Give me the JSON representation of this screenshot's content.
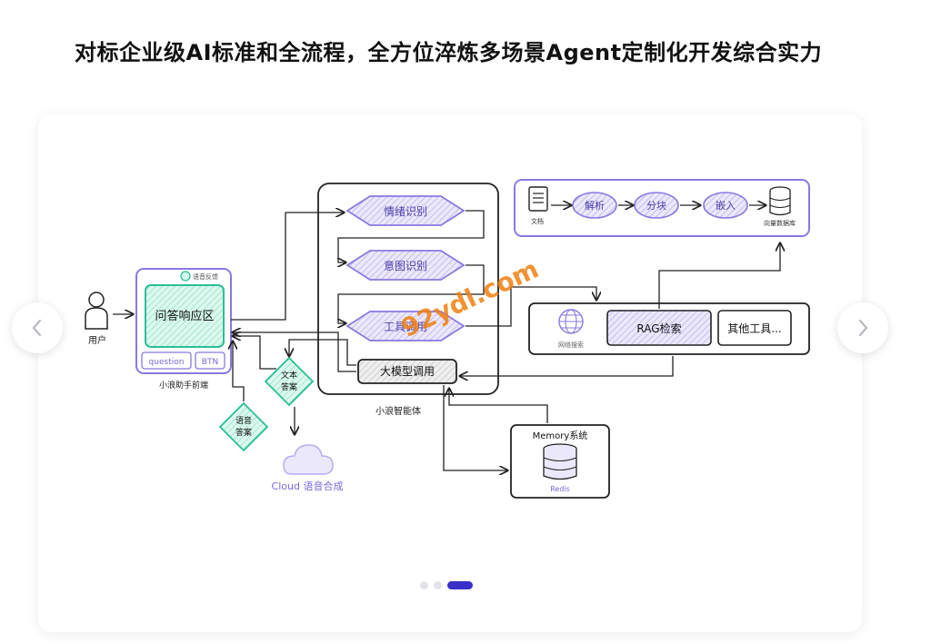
{
  "page": {
    "title": "对标企业级AI标准和全流程，全方位淬炼多场景Agent定制化开发综合实力"
  },
  "carousel": {
    "prev_icon": "chevron-left-icon",
    "next_icon": "chevron-right-icon",
    "slide_count": 3,
    "active_index": 2
  },
  "diagram": {
    "user_label": "用户",
    "frontend": {
      "voice_feedback": "语音反馈",
      "response_area": "问答响应区",
      "question_btn": "question",
      "btn_label": "BTN",
      "caption": "小浪助手前端"
    },
    "agent": {
      "emotion": "情绪识别",
      "intent": "意图识别",
      "tool_call": "工具调用",
      "llm_call": "大模型调用",
      "caption": "小浪智能体"
    },
    "pipeline": {
      "doc": "文档",
      "parse": "解析",
      "chunk": "分块",
      "embed": "嵌入",
      "vector_db": "向量数据库"
    },
    "tools": {
      "web_search": "网络搜索",
      "rag": "RAG检索",
      "other": "其他工具..."
    },
    "answers": {
      "text_answer_1": "文本",
      "text_answer_2": "答案",
      "voice_answer_1": "语音",
      "voice_answer_2": "答案"
    },
    "cloud_tts": "Cloud 语音合成",
    "memory": {
      "title": "Memory系统",
      "db": "Redis"
    },
    "watermark": "92ydl.com"
  },
  "colors": {
    "accent": "#3b2fc9",
    "purple_stroke": "#8a78e0",
    "purple_fill": "#e9e4fb",
    "green_stroke": "#2bbf95",
    "green_fill": "#d3f7ea",
    "watermark": "#f07f10"
  }
}
